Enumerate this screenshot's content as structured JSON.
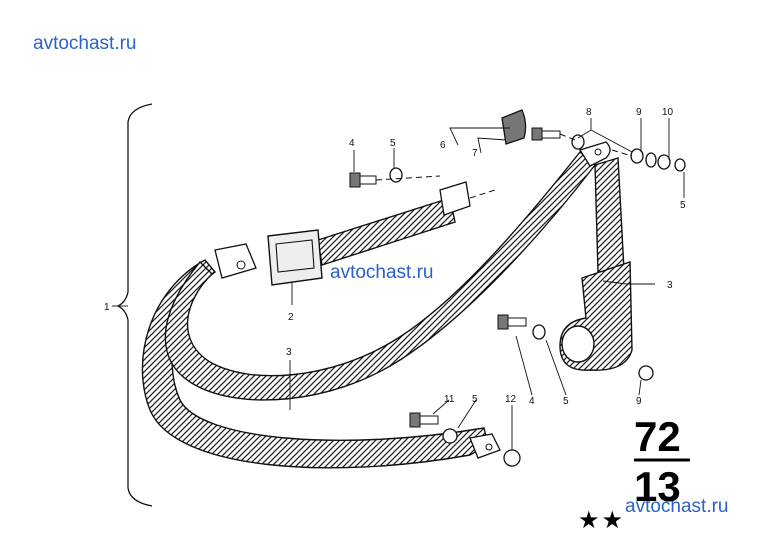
{
  "watermarks": {
    "top_left": "avtochast.ru",
    "center": "avtochast.ru",
    "bottom_right": "avtochast.ru"
  },
  "group_code": {
    "top": "72",
    "bottom": "13"
  },
  "stars": "★★",
  "callouts": {
    "c1": "1",
    "c2": "2",
    "c3_left": "3",
    "c3_right": "3",
    "c4_top": "4",
    "c4_mid": "4",
    "c5_top": "5",
    "c5_right": "5",
    "c5_mid": "5",
    "c5_bottom": "5",
    "c6": "6",
    "c7": "7",
    "c8": "8",
    "c9_top": "9",
    "c9_right": "9",
    "c10": "10",
    "c11": "11",
    "c12": "12"
  }
}
